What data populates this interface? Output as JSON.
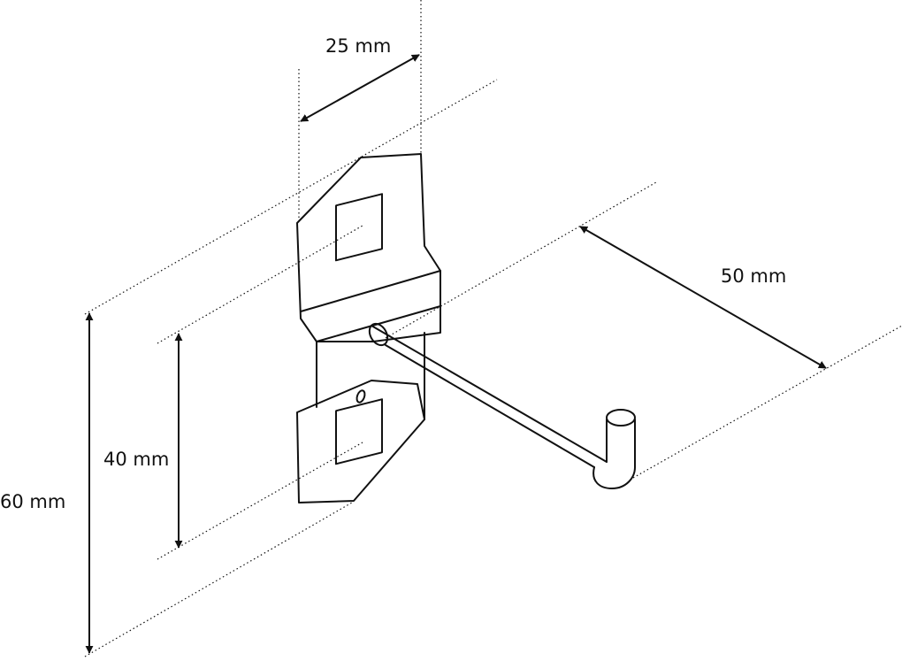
{
  "dimensions": {
    "width_label": "25 mm",
    "depth_label": "50 mm",
    "slot_spacing_label": "40 mm",
    "height_label": "60 mm"
  },
  "colors": {
    "ink": "#111111",
    "background": "#ffffff"
  }
}
